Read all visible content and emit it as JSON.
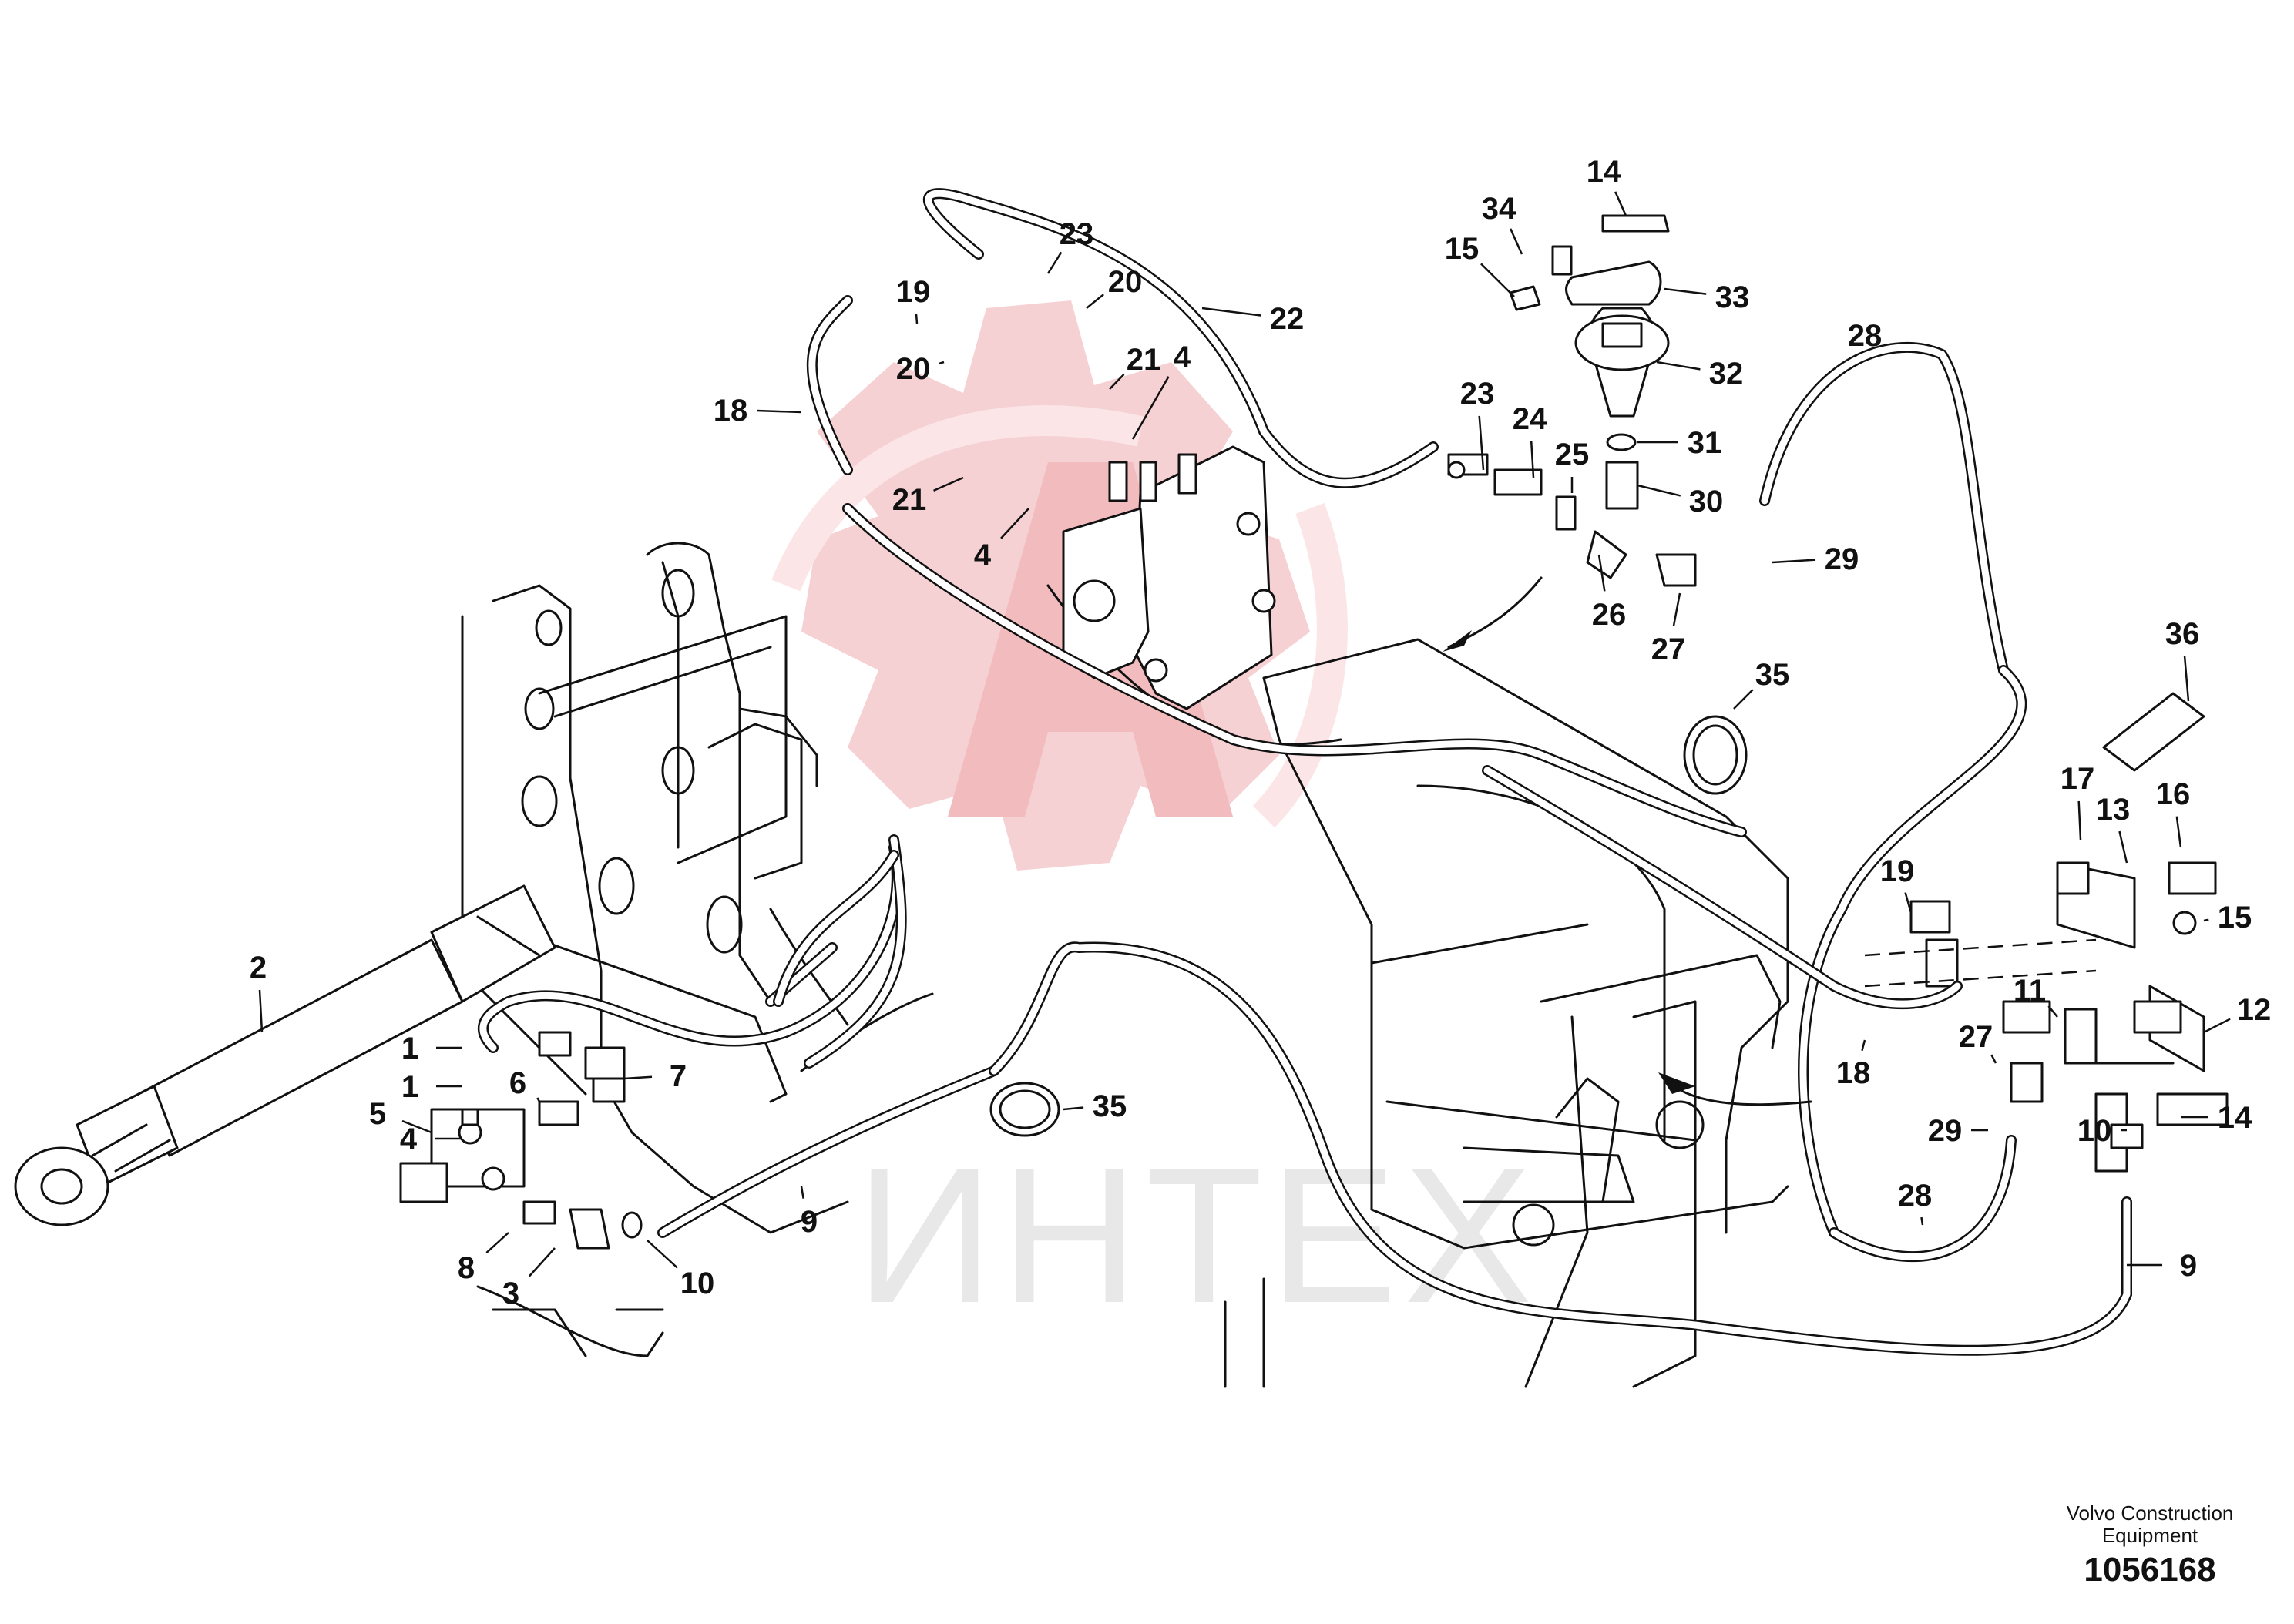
{
  "watermark": {
    "text": "ИНТЕХ",
    "logo_color": "#f4c9cb",
    "text_color": "#e6e6e6"
  },
  "credit": {
    "line1": "Volvo Construction",
    "line2": "Equipment"
  },
  "document_number": "1056168",
  "callouts": [
    {
      "text": "14"
    },
    {
      "text": "34"
    },
    {
      "text": "15"
    },
    {
      "text": "33"
    },
    {
      "text": "32"
    },
    {
      "text": "31"
    },
    {
      "text": "30"
    },
    {
      "text": "29"
    },
    {
      "text": "28"
    },
    {
      "text": "27"
    },
    {
      "text": "26"
    },
    {
      "text": "25"
    },
    {
      "text": "24"
    },
    {
      "text": "23"
    },
    {
      "text": "22"
    },
    {
      "text": "23"
    },
    {
      "text": "20"
    },
    {
      "text": "19"
    },
    {
      "text": "20"
    },
    {
      "text": "21"
    },
    {
      "text": "4"
    },
    {
      "text": "21"
    },
    {
      "text": "4"
    },
    {
      "text": "18"
    },
    {
      "text": "35"
    },
    {
      "text": "36"
    },
    {
      "text": "17"
    },
    {
      "text": "13"
    },
    {
      "text": "16"
    },
    {
      "text": "19"
    },
    {
      "text": "15"
    },
    {
      "text": "11"
    },
    {
      "text": "12"
    },
    {
      "text": "18"
    },
    {
      "text": "27"
    },
    {
      "text": "29"
    },
    {
      "text": "10"
    },
    {
      "text": "14"
    },
    {
      "text": "28"
    },
    {
      "text": "9"
    },
    {
      "text": "2"
    },
    {
      "text": "1"
    },
    {
      "text": "1"
    },
    {
      "text": "4"
    },
    {
      "text": "6"
    },
    {
      "text": "7"
    },
    {
      "text": "5"
    },
    {
      "text": "8"
    },
    {
      "text": "3"
    },
    {
      "text": "10"
    },
    {
      "text": "9"
    },
    {
      "text": "35"
    }
  ]
}
